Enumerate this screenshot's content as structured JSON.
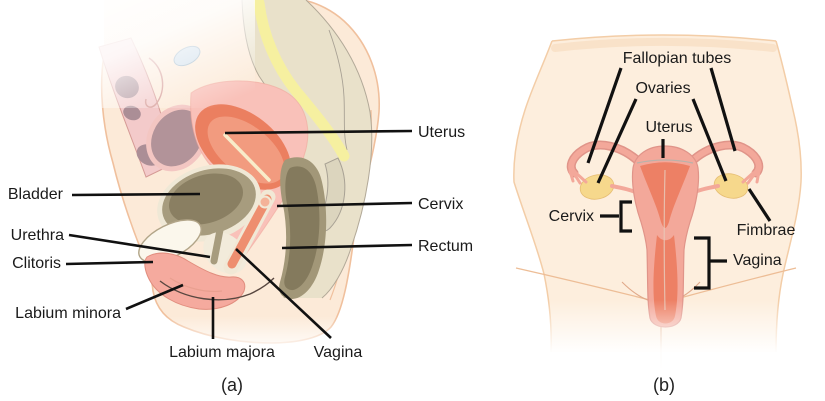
{
  "figure": {
    "panel_a": {
      "caption": "(a)",
      "labels": {
        "uterus": "Uterus",
        "cervix": "Cervix",
        "rectum": "Rectum",
        "bladder": "Bladder",
        "urethra": "Urethra",
        "clitoris": "Clitoris",
        "labium_minora": "Labium minora",
        "labium_majora": "Labium majora",
        "vagina": "Vagina"
      }
    },
    "panel_b": {
      "caption": "(b)",
      "labels": {
        "fallopian_tubes": "Fallopian tubes",
        "ovaries": "Ovaries",
        "uterus": "Uterus",
        "cervix": "Cervix",
        "fimbrae": "Fimbrae",
        "vagina": "Vagina"
      }
    },
    "colors": {
      "background": "#ffffff",
      "skin": "#fcead8",
      "skin_outline": "#f0c09d",
      "bone_beige": "#e9e1ca",
      "spinal_canal_yellow": "#f6f0a0",
      "vertebra_pink": "#f3caca",
      "vertebra_mauve": "#ab8e96",
      "organ_pink": "#f9c1b9",
      "uterus_salmon": "#eb7f60",
      "uterus_inner": "#f29b7f",
      "bladder_olive": "#a79c7e",
      "bladder_inner": "#8a7f62",
      "rectum_olive": "#847a5d",
      "pubic_bone_cream": "#fbf7ec",
      "vulva_pink": "#f5aa9e",
      "ovary_yellow": "#f6d88c",
      "tube_pink": "#f3a89a",
      "uterus_cavity": "#ed8065",
      "label_text": "#1a1a1a",
      "leader_line": "#111111"
    }
  }
}
